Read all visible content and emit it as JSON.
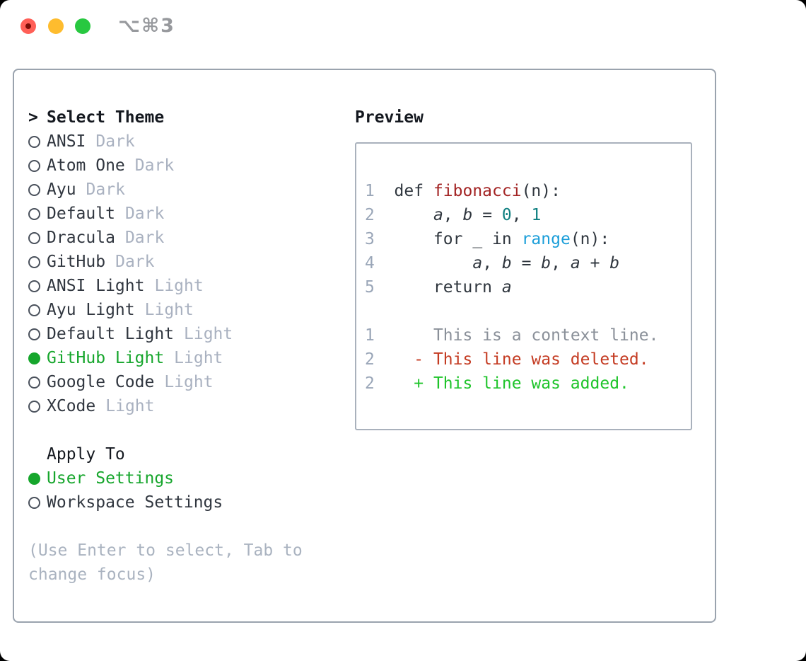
{
  "window": {
    "title": "⌥⌘3"
  },
  "colors": {
    "accent_green": "#16a62c",
    "added_green": "#1ec42a",
    "deleted_red": "#c43b22",
    "function_red": "#a32424",
    "number_teal": "#0e7f80",
    "builtin_blue": "#1b9ed9",
    "traffic_red": "#ff5f57",
    "traffic_yellow": "#febc2e",
    "traffic_green": "#28c840",
    "panel_border": "#9aa3ae"
  },
  "theme_menu": {
    "prompt": ">",
    "title": "Select Theme",
    "items": [
      {
        "name": "ANSI",
        "variant": "Dark",
        "selected": false
      },
      {
        "name": "Atom One",
        "variant": "Dark",
        "selected": false
      },
      {
        "name": "Ayu",
        "variant": "Dark",
        "selected": false
      },
      {
        "name": "Default",
        "variant": "Dark",
        "selected": false
      },
      {
        "name": "Dracula",
        "variant": "Dark",
        "selected": false
      },
      {
        "name": "GitHub",
        "variant": "Dark",
        "selected": false
      },
      {
        "name": "ANSI Light",
        "variant": "Light",
        "selected": false
      },
      {
        "name": "Ayu Light",
        "variant": "Light",
        "selected": false
      },
      {
        "name": "Default Light",
        "variant": "Light",
        "selected": false
      },
      {
        "name": "GitHub Light",
        "variant": "Light",
        "selected": true
      },
      {
        "name": "Google Code",
        "variant": "Light",
        "selected": false
      },
      {
        "name": "XCode",
        "variant": "Light",
        "selected": false
      }
    ]
  },
  "apply_to": {
    "title": "Apply To",
    "options": [
      {
        "name": "User Settings",
        "selected": true
      },
      {
        "name": "Workspace Settings",
        "selected": false
      }
    ]
  },
  "hint": "(Use Enter to select, Tab to change focus)",
  "preview": {
    "title": "Preview",
    "code_lines": [
      {
        "segments": [
          [
            "1  ",
            "ln"
          ],
          [
            "def ",
            "code"
          ],
          [
            "fibonacci",
            "func"
          ],
          [
            "(n):",
            "code"
          ]
        ]
      },
      {
        "segments": [
          [
            "2  ",
            "ln"
          ],
          [
            "    ",
            "code"
          ],
          [
            "a",
            "var"
          ],
          [
            ", ",
            "code"
          ],
          [
            "b",
            "var"
          ],
          [
            " = ",
            "code"
          ],
          [
            "0",
            "num"
          ],
          [
            ", ",
            "code"
          ],
          [
            "1",
            "num"
          ]
        ]
      },
      {
        "segments": [
          [
            "3  ",
            "ln"
          ],
          [
            "    for _ in ",
            "code"
          ],
          [
            "range",
            "builtin"
          ],
          [
            "(n):",
            "code"
          ]
        ]
      },
      {
        "segments": [
          [
            "4  ",
            "ln"
          ],
          [
            "        ",
            "code"
          ],
          [
            "a",
            "var"
          ],
          [
            ", ",
            "code"
          ],
          [
            "b",
            "var"
          ],
          [
            " = ",
            "code"
          ],
          [
            "b",
            "var"
          ],
          [
            ", ",
            "code"
          ],
          [
            "a",
            "var"
          ],
          [
            " + ",
            "code"
          ],
          [
            "b",
            "var"
          ]
        ]
      },
      {
        "segments": [
          [
            "5  ",
            "ln"
          ],
          [
            "    return ",
            "code"
          ],
          [
            "a",
            "var"
          ]
        ]
      }
    ],
    "diff_lines": [
      {
        "segments": [
          [
            "1",
            "ln"
          ],
          [
            "      ",
            "ctx"
          ],
          [
            "This is a context line.",
            "ctx"
          ]
        ]
      },
      {
        "segments": [
          [
            "2",
            "ln"
          ],
          [
            "    ",
            "code"
          ],
          [
            "- This line was deleted.",
            "del"
          ]
        ]
      },
      {
        "segments": [
          [
            "2",
            "ln"
          ],
          [
            "    ",
            "code"
          ],
          [
            "+ This line was added.",
            "add"
          ]
        ]
      }
    ]
  }
}
